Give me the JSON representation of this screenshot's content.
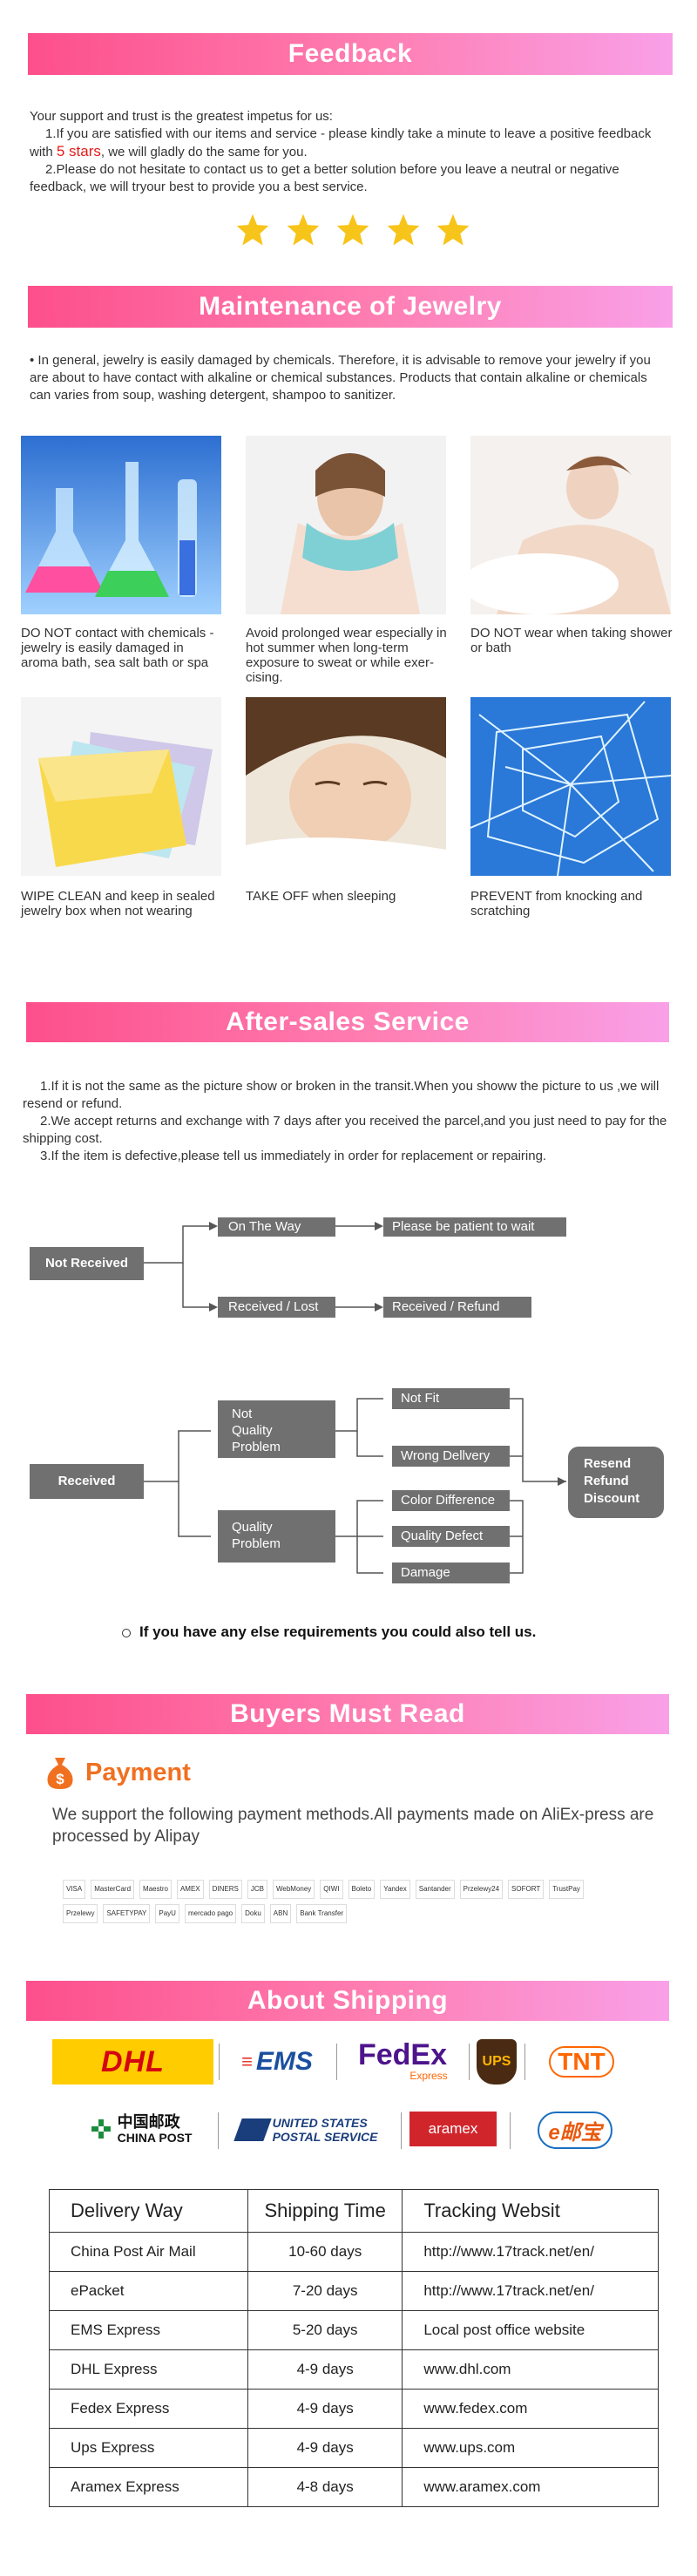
{
  "feedback": {
    "title": "Feedback",
    "intro": "Your support and trust is the greatest impetus for us:",
    "line1_a": "1.If you are satisfied with our items and service - please kindly take a minute to leave a positive feedback with ",
    "line1_highlight": "5 stars",
    "line1_b": ", we will gladly do the same for you.",
    "line2": "2.Please do not hesitate to contact us to get a better solution before you leave a neutral or negative feedback, we will tryour best to provide you a best service.",
    "stars": 5,
    "star_color": "#f7c41a"
  },
  "maintenance": {
    "title": "Maintenance of Jewelry",
    "intro": "• In general, jewelry is easily damaged by chemicals. Therefore, it is advisable to remove your jewelry if you are about to have contact with alkaline or chemical substances. Products that contain alkaline or chemicals can varies from soup, washing detergent, shampoo to sanitizer.",
    "tips": [
      {
        "caption": "DO NOT contact with chemicals - jewelry is easily damaged in aroma bath, sea salt bath or spa"
      },
      {
        "caption": "Avoid prolonged wear especially in hot summer when long-term exposure to sweat or while exer-cising."
      },
      {
        "caption": "DO NOT wear when taking shower or bath"
      },
      {
        "caption": "WIPE CLEAN and keep in sealed jewelry box when not wearing"
      },
      {
        "caption": "TAKE OFF when sleeping"
      },
      {
        "caption": "PREVENT from knocking and scratching"
      }
    ]
  },
  "aftersales": {
    "title": "After-sales Service",
    "line1": "1.If it is not the same as the picture show or broken in the transit.When you showw the picture to us ,we will resend or refund.",
    "line2": "2.We accept returns and exchange with 7 days after you received the parcel,and you just need to pay for the shipping cost.",
    "line3": "3.If  the item is defective,please tell us immediately in order for replacement or repairing.",
    "flow1": {
      "root": "Not Received",
      "a": "On The Way",
      "a_result": "Please be patient to wait",
      "b": "Received / Lost",
      "b_result": "Received / Refund"
    },
    "flow2": {
      "root": "Received",
      "not_quality": "Not Quality Problem",
      "quality": "Quality Problem",
      "not_fit": "Not Fit",
      "wrong_delivery": "Wrong Dellvery",
      "color_difference": "Color Difference",
      "quality_defect": "Quality Defect",
      "damage": "Damage",
      "result": "Resend Refund Discount"
    },
    "note": "If you have any else requirements you could also tell us."
  },
  "buyers": {
    "title": "Buyers Must Read",
    "payment_title": "Payment",
    "payment_text": "We support the following payment methods.All payments made on AliEx-press are processed by Alipay",
    "payment_logos_row1": [
      "VISA",
      "MasterCard",
      "Maestro",
      "AMEX",
      "DINERS",
      "JCB",
      "WebMoney",
      "QIWI",
      "Boleto",
      "Yandex",
      "Santander",
      "Przelewy24",
      "SOFORT",
      "TrustPay"
    ],
    "payment_logos_row2": [
      "Przelewy",
      "SAFETYPAY",
      "PayU",
      "mercado pago",
      "Doku",
      "ABN",
      "Bank Transfer"
    ],
    "accent": "#f07020"
  },
  "shipping": {
    "title": "About Shipping",
    "carriers_row1": [
      "DHL",
      "EMS",
      "FedEx",
      "Express",
      "UPS",
      "TNT"
    ],
    "carriers_row2": [
      "中国邮政",
      "CHINA POST",
      "UNITED STATES",
      "POSTAL SERVICE",
      "aramex",
      "e邮宝"
    ],
    "headers": [
      "Delivery Way",
      "Shipping Time",
      "Tracking Websit"
    ],
    "rows": [
      [
        "China Post Air Mail",
        "10-60 days",
        "http://www.17track.net/en/"
      ],
      [
        "ePacket",
        "7-20 days",
        "http://www.17track.net/en/"
      ],
      [
        "EMS Express",
        "5-20 days",
        "Local post office website"
      ],
      [
        "DHL Express",
        "4-9 days",
        "www.dhl.com"
      ],
      [
        "Fedex Express",
        "4-9 days",
        "www.fedex.com"
      ],
      [
        "Ups Express",
        "4-9 days",
        "www.ups.com"
      ],
      [
        "Aramex Express",
        "4-8 days",
        "www.aramex.com"
      ]
    ]
  }
}
